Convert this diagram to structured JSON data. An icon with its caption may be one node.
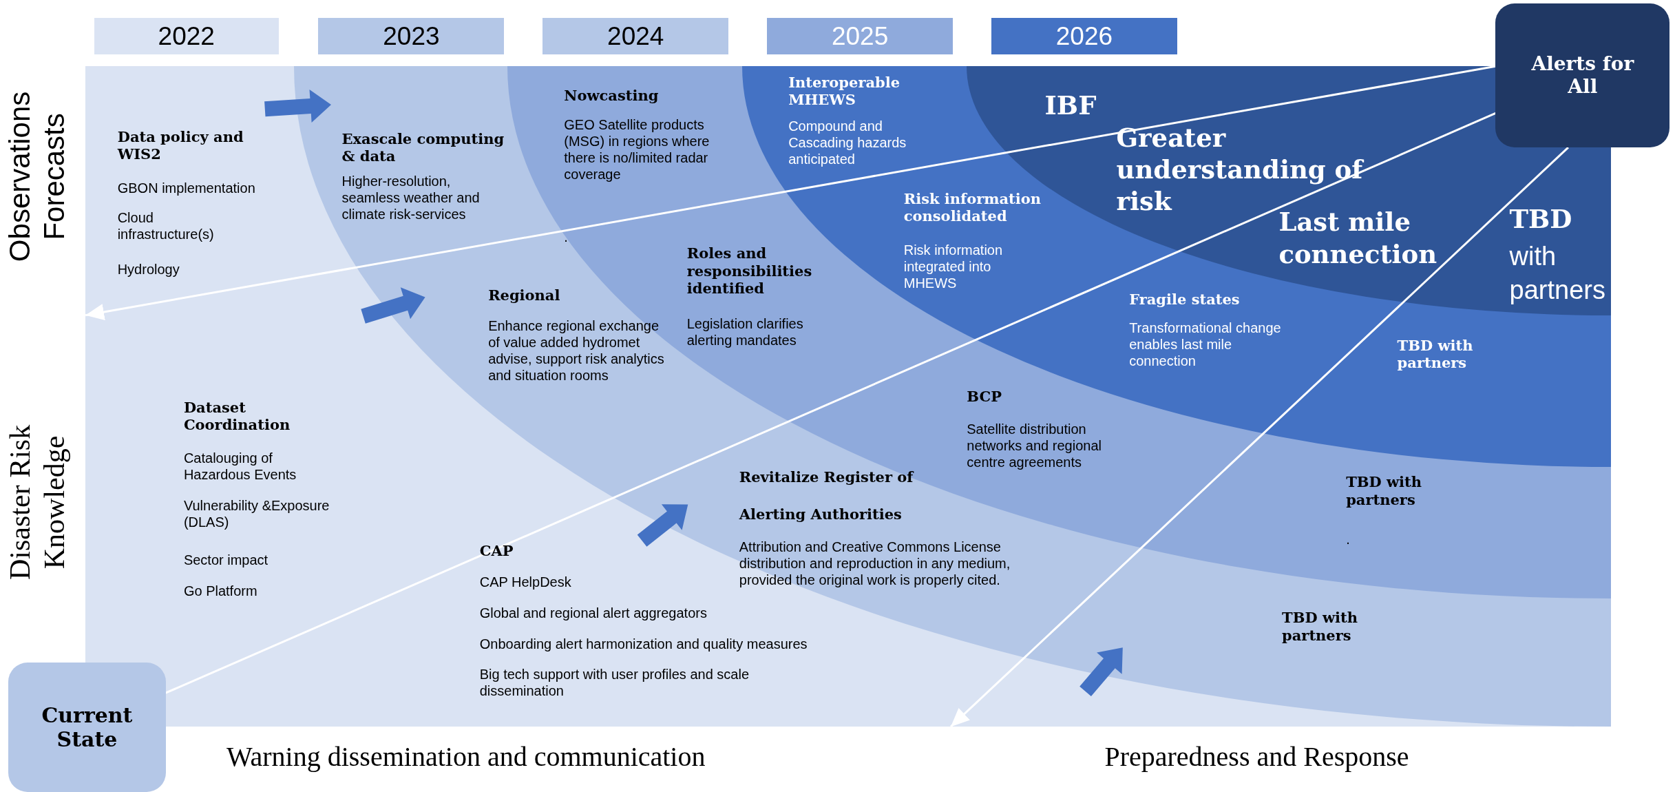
{
  "diagram": {
    "nodes": [
      {
        "text": [
          "2022"
        ]
      },
      {
        "text": [
          "2023"
        ]
      },
      {
        "text": [
          "2024"
        ]
      },
      {
        "text": [
          "2025"
        ]
      },
      {
        "text": [
          "2026"
        ]
      },
      {
        "text": [
          "Alerts for All"
        ]
      },
      {
        "text": [
          "Current State"
        ]
      }
    ],
    "edges": [
      {
        "from": 5,
        "to": null,
        "arrow": "to"
      },
      {
        "from": 6,
        "to": 5,
        "arrow": "none"
      },
      {
        "from": 5,
        "to": null,
        "arrow": "to"
      }
    ],
    "labels": [
      "Observations Forecasts",
      "Disaster Risk Knowledge",
      "Data policy and WIS2",
      "GBON implementation",
      "Cloud infrastructure(s)",
      "Hydrology",
      "Exascale computing & data",
      "Higher-resolution, seamless weather and climate risk-services",
      "Nowcasting",
      "GEO Satellite products (MSG) in regions where there is no/limited radar coverage",
      ".",
      "Interoperable MHEWS",
      "Compound and Cascading hazards anticipated",
      "IBF",
      "Greater understanding of risk",
      "Last mile connection",
      "TBD",
      "with partners",
      "Regional",
      "Enhance regional exchange of value added hydromet advise, support risk analytics and situation rooms",
      "Roles and responsibilities identified",
      "Legislation clarifies alerting mandates",
      "Risk information consolidated",
      "Risk information integrated into MHEWS",
      "Fragile states",
      "Transformational change enables last mile connection",
      "TBD with partners",
      "Dataset Coordination",
      "Catalouging of Hazardous Events",
      "Vulnerability &Exposure (DLAS)",
      "Sector impact",
      "Go Platform",
      "BCP",
      "Satellite distribution networks and regional centre agreements",
      "Revitalize Register of Alerting Authorities",
      "Attribution and Creative Commons License distribution and reproduction in any medium, provided the original work is properly cited.",
      "TBD with partners",
      ".",
      "CAP",
      "CAP HelpDesk",
      "Global and regional alert aggregators",
      "Onboarding alert harmonization and quality measures",
      "Big tech support with user profiles and scale dissemination",
      "TBD with partners",
      "Warning dissemination and communication",
      "Preparedness and Response"
    ]
  }
}
